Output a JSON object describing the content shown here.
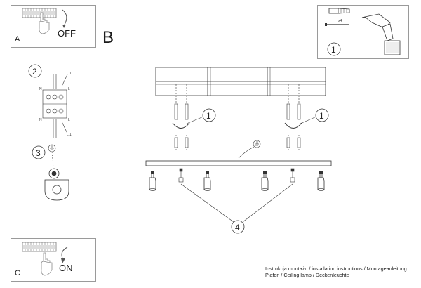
{
  "panel_a": {
    "letter": "A",
    "action": "OFF"
  },
  "panel_c": {
    "letter": "C",
    "action": "ON"
  },
  "section_b": {
    "letter": "B"
  },
  "steps": {
    "s1": "1",
    "s2": "2",
    "s3": "3",
    "s4": "4"
  },
  "kit": {
    "quantity": "x4"
  },
  "wiring": {
    "l1": "L 1",
    "n": "N",
    "l": "L"
  },
  "footer": {
    "line1": "Instrukcja montażu / installation instructions / Montageanleitung",
    "line2": "Plafon / Ceiling lamp / Deckenleuchte"
  },
  "icons": [
    "fuse-box-icon",
    "hand-icon",
    "arrow-icon",
    "screw-and-dowel-icon",
    "drill-icon",
    "terminal-block-icon",
    "ground-icon",
    "ground-clamp-icon",
    "spotlight-icon",
    "ceiling-icon"
  ]
}
